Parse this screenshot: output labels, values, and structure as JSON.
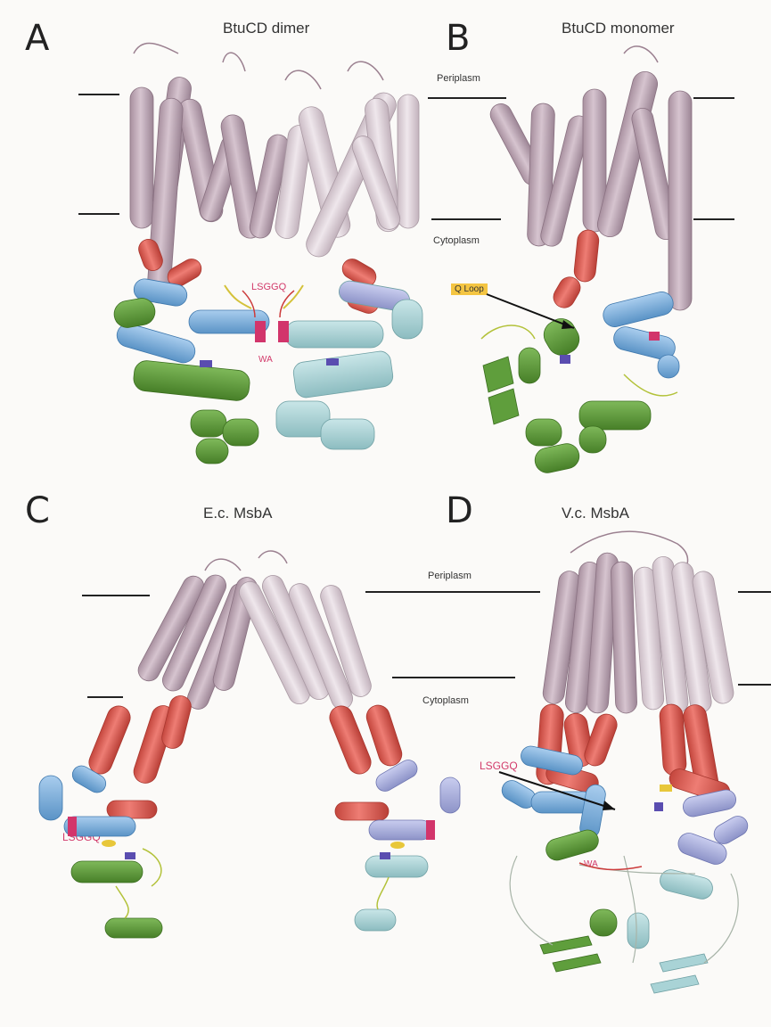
{
  "panels": [
    {
      "letter": "A",
      "title": "BtuCD dimer"
    },
    {
      "letter": "B",
      "title": "BtuCD monomer"
    },
    {
      "letter": "C",
      "title": "E.c. MsbA"
    },
    {
      "letter": "D",
      "title": "V.c. MsbA"
    }
  ],
  "membrane": {
    "periplasm": "Periplasm",
    "cytoplasm": "Cytoplasm"
  },
  "annotations": {
    "lsggq_a": "LSGGQ",
    "wa_a": "WA",
    "q_loop": "Q Loop",
    "lsggq_c": "LSGGQ",
    "lsggq_d": "LSGGQ",
    "wa_d": "WA"
  },
  "colors": {
    "tm_helix": "#c9b3c1",
    "tm_helix_light": "#e3d8df",
    "icl_red": "#e0655c",
    "nbd_blue": "#7fb2de",
    "nbd_green": "#5f9e3c",
    "nbd_cyan": "#a9d3d6",
    "nbd_lavender": "#aab0dc",
    "q_loop_bg": "#f4c542",
    "motif_text": "#d23a6a"
  }
}
